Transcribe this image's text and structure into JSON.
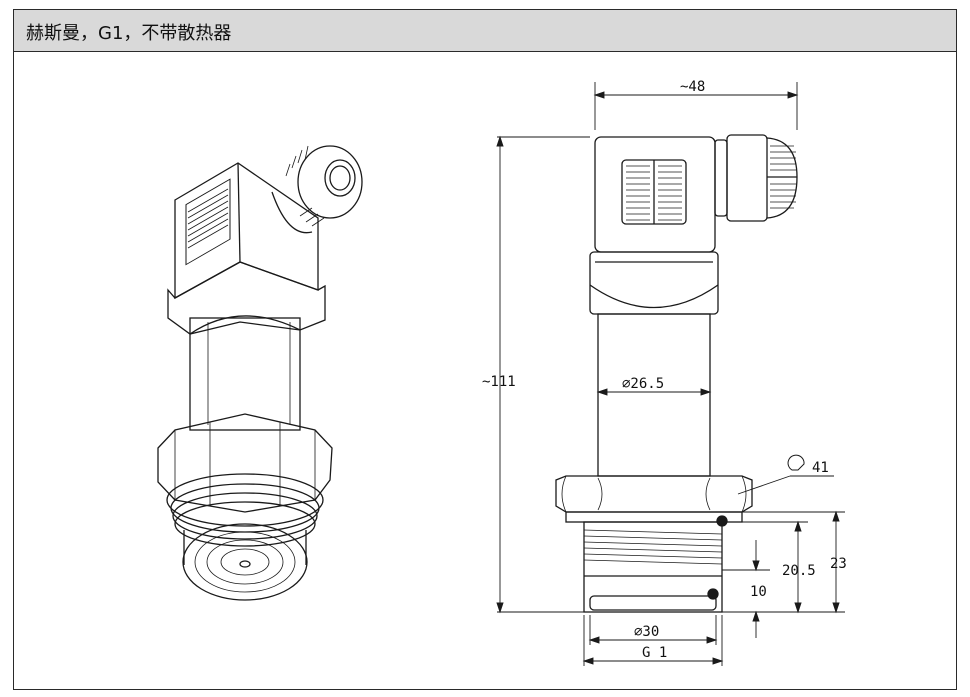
{
  "header": {
    "title": "赫斯曼，G1，不带散热器"
  },
  "dimensions": {
    "width_connector": "~48",
    "total_height": "~111",
    "body_diameter": "∅26.5",
    "wrench_size": "41",
    "thread_height": "20.5",
    "overall_bottom": "23",
    "thread_segment": "10",
    "thread_diameter": "∅30",
    "thread_label": "G 1"
  },
  "colors": {
    "line": "#1a1a1a",
    "header_bg": "#d9d9d9"
  }
}
